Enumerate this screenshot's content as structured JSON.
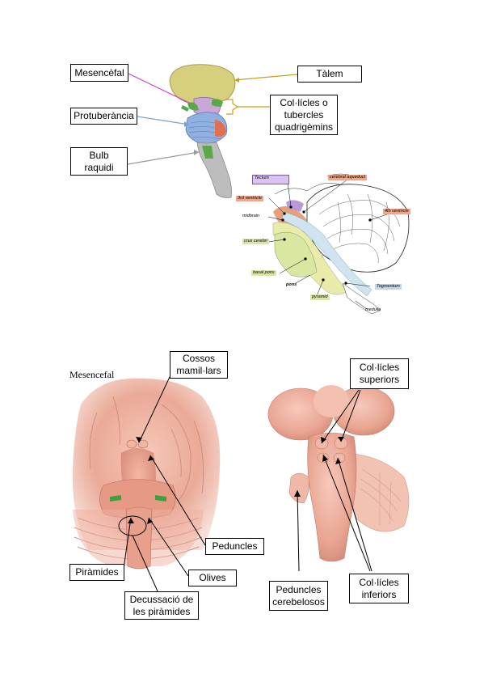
{
  "top_diagram": {
    "labels": {
      "mesencefal": "Mesencèfal",
      "talem": "Tàlem",
      "protuberancia": "Protuberància",
      "colicles_tubercles": "Col·lícles o\ntubercles\nquadrigèmins",
      "bulb_raquidi": "Bulb\nraquidi"
    },
    "sagittal_tags": {
      "tectum": "Tectum",
      "cerebral_aqueduct": "cerebral aqueduct",
      "third_ventricle": "3rd ventricle",
      "fourth_ventricle": "4th ventricle",
      "midbrain": "midbrain",
      "crus_cerebri": "crus cerebri",
      "basal_pons": "basal pons",
      "pons": "pons",
      "pyramid": "pyramid",
      "tegmentum": "Tegmentum",
      "medulla": "medulla"
    }
  },
  "bottom_left": {
    "title": "Mesencefal",
    "labels": {
      "cossos": "Cossos\nmamil·lars",
      "peduncles": "Peduncles",
      "piramides": "Piràmides",
      "olives": "Olives",
      "decussacio": "Decussació de\nles piràmides"
    }
  },
  "bottom_right": {
    "labels": {
      "superiors": "Col·lícles\nsuperiors",
      "peduncles_cerebelosos": "Peduncles\ncerebelosos",
      "inferiors": "Col·lícles\ninferiors"
    }
  },
  "colors": {
    "thalamus": "#d6cf7d",
    "midbrain": "#c9a8d8",
    "pons": "#8fb0e0",
    "medulla": "#bdbdbd",
    "colliculi": "#5aa84a",
    "tissue": "#e9a592",
    "tissue_dark": "#c97a6a",
    "line_thalamus": "#c8a020",
    "line_mesencefal": "#d040d0",
    "line_pons": "#7fa0d0"
  }
}
